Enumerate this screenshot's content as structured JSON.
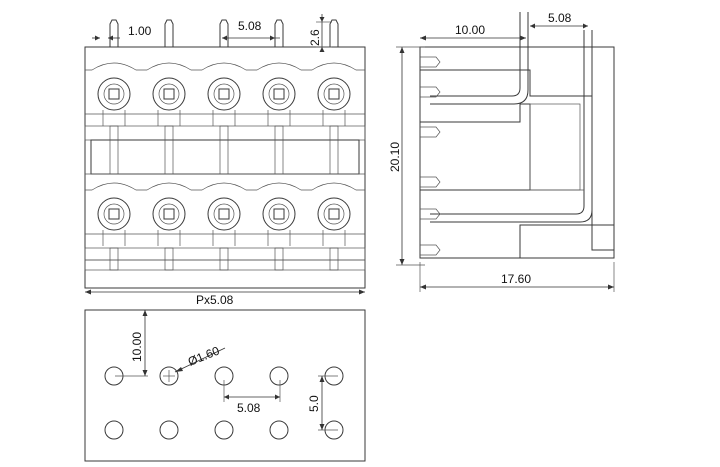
{
  "top_view": {
    "pin_width": "1.00",
    "pin_pitch": "5.08",
    "pin_height": "2.6",
    "total_width": "Px5.08"
  },
  "side_view": {
    "overhang": "10.00",
    "pitch": "5.08",
    "height": "20.10",
    "depth": "17.60"
  },
  "pcb_layout": {
    "row_offset": "10.00",
    "hole_diameter": "Ø1.60",
    "hole_pitch": "5.08",
    "row_pitch": "5.0"
  },
  "colors": {
    "line": "#3a3a3a",
    "hatch": "#666666"
  }
}
